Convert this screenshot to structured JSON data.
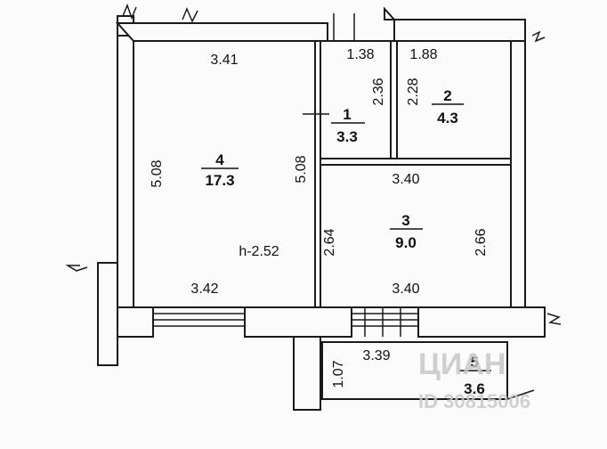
{
  "rooms": [
    {
      "id": "4",
      "area": "17.3"
    },
    {
      "id": "1",
      "area": "3.3"
    },
    {
      "id": "2",
      "area": "4.3"
    },
    {
      "id": "3",
      "area": "9.0"
    },
    {
      "id": "5",
      "area": "3.6"
    }
  ],
  "dimensions": {
    "room4_top": "3.41",
    "room4_left": "5.08",
    "room4_right": "5.08",
    "room4_bottom": "3.42",
    "room1_top": "1.38",
    "room1_right": "2.36",
    "room2_top": "1.88",
    "room2_left": "2.28",
    "room3_top": "3.40",
    "room3_left": "2.64",
    "room3_right": "2.66",
    "room3_bottom": "3.40",
    "room5_top": "3.39",
    "room5_left": "1.07"
  },
  "ceiling_height": "h-2.52",
  "watermark": {
    "brand": "ЦИАН",
    "id": "ID 30815006"
  }
}
